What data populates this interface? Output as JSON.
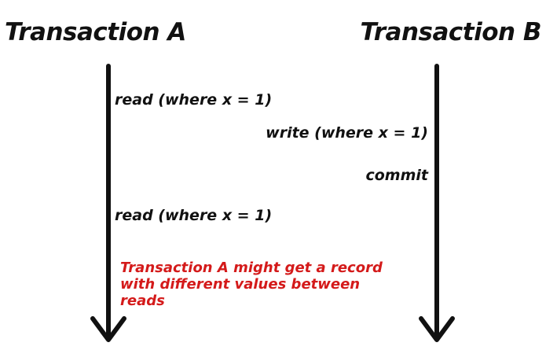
{
  "transaction_a": {
    "title": "Transaction A",
    "steps": [
      "read (where x = 1)",
      "read (where x = 1)"
    ]
  },
  "transaction_b": {
    "title": "Transaction B",
    "steps": [
      "write (where x = 1)",
      "commit"
    ]
  },
  "note": {
    "lines": [
      "Transaction A might get a record",
      "with different values between",
      "reads"
    ],
    "color": "#d41a1a"
  },
  "colors": {
    "text": "#111111",
    "timeline": "#111111",
    "background": "#ffffff"
  },
  "icons": [
    "arrow-down-icon"
  ]
}
